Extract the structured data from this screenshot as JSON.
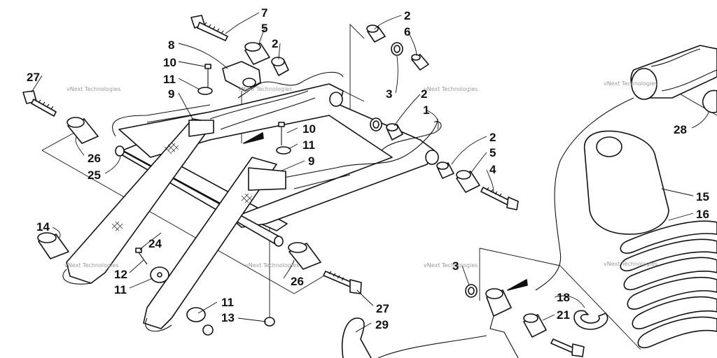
{
  "watermark": "vNext Technologies",
  "callouts": {
    "c7": "7",
    "c5a": "5",
    "c2a": "2",
    "c8": "8",
    "c10a": "10",
    "c11a": "11",
    "c9a": "9",
    "c27a": "27",
    "c26a": "26",
    "c25": "25",
    "c2b": "2",
    "c6": "6",
    "c3a": "3",
    "c2c": "2",
    "c1": "1",
    "c10b": "10",
    "c11b": "11",
    "c9b": "9",
    "c2d": "2",
    "c5b": "5",
    "c4": "4",
    "c14": "14",
    "c24": "24",
    "c12": "12",
    "c11c": "11",
    "c26b": "26",
    "c27b": "27",
    "c11d": "11",
    "c13": "13",
    "c29": "29",
    "c3b": "3",
    "c18": "18",
    "c21": "21",
    "c28": "28",
    "c15": "15",
    "c16": "16"
  },
  "colors": {
    "ink": "#111111",
    "watermark": "#9a9a9a",
    "background": "#ffffff"
  }
}
